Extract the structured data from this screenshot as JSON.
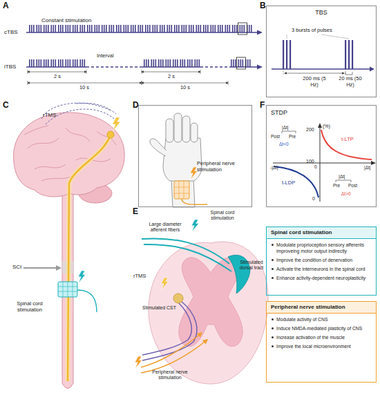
{
  "diagram": {
    "nodes": [
      {
        "text": [
          "TBS"
        ]
      },
      {
        "text": [
          "STDP"
        ]
      },
      {
        "text": [
          "Peripheral nerve stimulation"
        ]
      },
      {
        "text": [
          "Spinal cord stimulation",
          "Modulate proprioception sensory afferents improveing motor output indirectly",
          "Improve the condition of denervation",
          "Activate the interneurons in the spinal cord",
          "Enhance activity-dependent neuroplasticity"
        ]
      },
      {
        "text": [
          "Peripheral nerve stimulation",
          "Modulate activity of CNS",
          "Induce NMDA-mediated plasticity of CNS",
          "Increase activation of the muscle",
          "Improve the local microenvironment"
        ]
      }
    ],
    "labels": [
      "A",
      "Constant stimulation",
      "cTBS",
      "iTBS",
      "Interval",
      "2 s",
      "10 s",
      "2 s",
      "10 s",
      "B",
      "3 bursts of pulses",
      "200 ms (5 Hz)",
      "20 ms (50 Hz)",
      "C",
      "rTMS",
      "SCI",
      "Spinal cord stimulation",
      "D",
      "E",
      "Large diameter afferent fibers",
      "Spinal cord stimulation",
      "rTMS",
      "Stimulated CST",
      "Stimulated dorsal tract",
      "Peripheral nerve stimulation",
      "F",
      "200",
      "(%)",
      "100",
      "0",
      "|Δt|",
      "Post",
      "Pre",
      "Δt<0",
      "t-LTP",
      "t-LDP",
      "-|Δt|",
      "0",
      "|Δt|",
      "|Δt|",
      "Pre",
      "Post",
      "Δt>0"
    ]
  }
}
